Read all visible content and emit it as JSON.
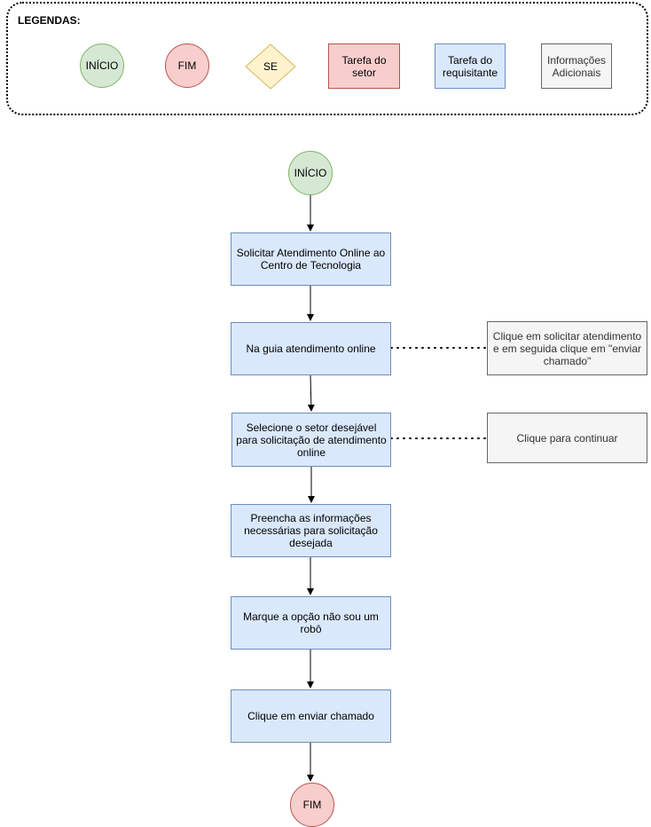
{
  "legend": {
    "title": "LEGENDAS:",
    "start": "INÍCIO",
    "end": "FIM",
    "decision": "SE",
    "sector_task": "Tarefa do setor",
    "requester_task": "Tarefa do requisitante",
    "additional_info": "Informações Adicionais"
  },
  "flow": {
    "start": "INÍCIO",
    "steps": [
      "Solicitar Atendimento Online ao Centro de Tecnologia",
      "Na guia atendimento online",
      "Selecione o setor desejável para solicitação de atendimento online",
      "Preencha as informações necessárias para solicitação desejada",
      "Marque a opção não sou um robô",
      "Clique em enviar chamado"
    ],
    "end": "FIM",
    "notes": [
      "Clique em solicitar atendimento e em seguida clique em \"enviar chamado\"",
      "Clique para continuar"
    ]
  },
  "colors": {
    "start_fill": "#d5e8d4",
    "start_stroke": "#82b366",
    "end_fill": "#f8cecc",
    "end_stroke": "#b85450",
    "decision_fill": "#fff2cc",
    "decision_stroke": "#d6b656",
    "sector_fill": "#f8cecc",
    "requester_fill": "#dae8fc",
    "requester_stroke": "#6c8ebf",
    "info_fill": "#f5f5f5",
    "info_stroke": "#666666"
  }
}
